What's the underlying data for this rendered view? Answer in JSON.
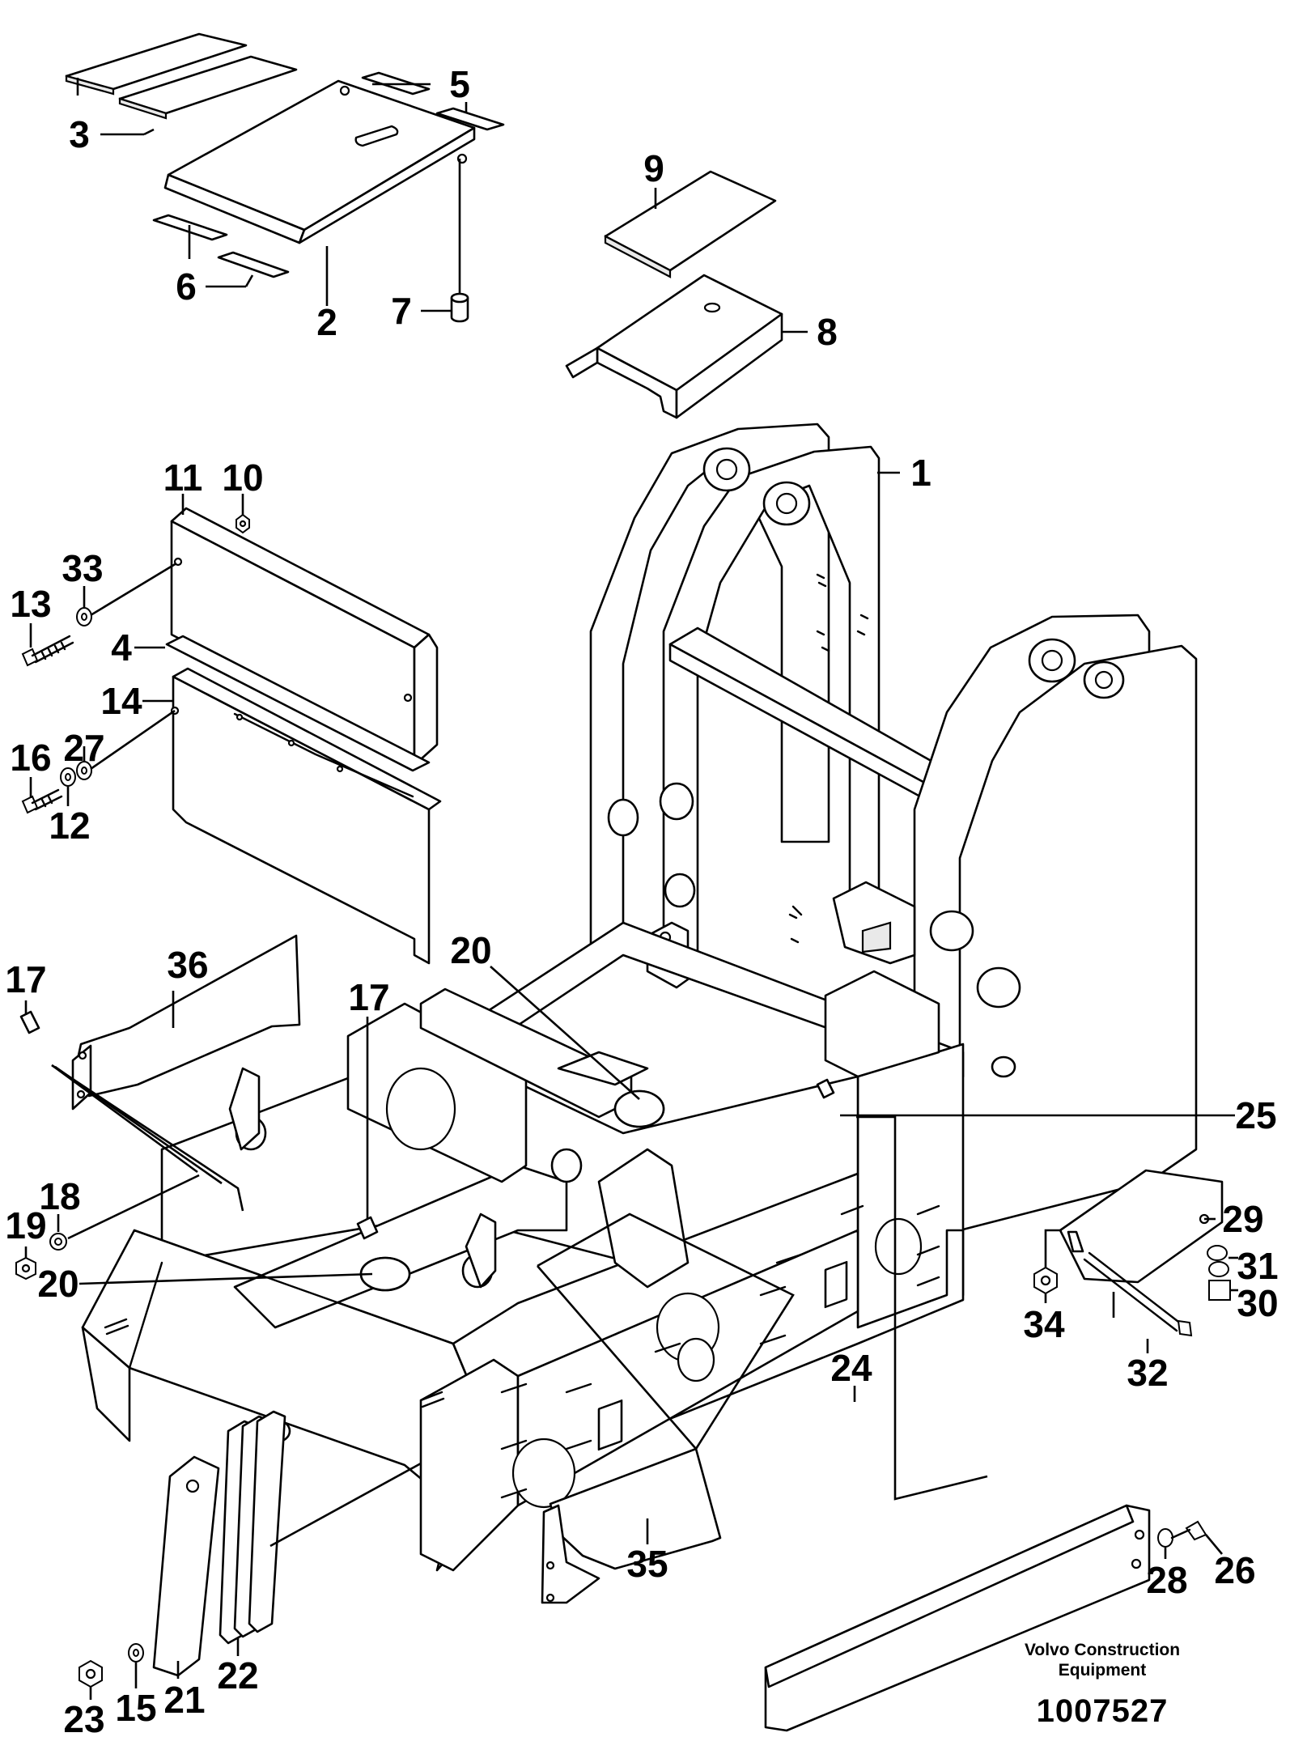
{
  "callouts": [
    {
      "id": "c1",
      "text": "1"
    },
    {
      "id": "c2",
      "text": "2"
    },
    {
      "id": "c3",
      "text": "3"
    },
    {
      "id": "c4",
      "text": "4"
    },
    {
      "id": "c5",
      "text": "5"
    },
    {
      "id": "c6",
      "text": "6"
    },
    {
      "id": "c7",
      "text": "7"
    },
    {
      "id": "c8",
      "text": "8"
    },
    {
      "id": "c9",
      "text": "9"
    },
    {
      "id": "c10",
      "text": "10"
    },
    {
      "id": "c11",
      "text": "11"
    },
    {
      "id": "c12",
      "text": "12"
    },
    {
      "id": "c13",
      "text": "13"
    },
    {
      "id": "c14",
      "text": "14"
    },
    {
      "id": "c15",
      "text": "15"
    },
    {
      "id": "c16",
      "text": "16"
    },
    {
      "id": "c17a",
      "text": "17"
    },
    {
      "id": "c17b",
      "text": "17"
    },
    {
      "id": "c18",
      "text": "18"
    },
    {
      "id": "c19",
      "text": "19"
    },
    {
      "id": "c20a",
      "text": "20"
    },
    {
      "id": "c20b",
      "text": "20"
    },
    {
      "id": "c21",
      "text": "21"
    },
    {
      "id": "c22",
      "text": "22"
    },
    {
      "id": "c23",
      "text": "23"
    },
    {
      "id": "c24",
      "text": "24"
    },
    {
      "id": "c25",
      "text": "25"
    },
    {
      "id": "c26",
      "text": "26"
    },
    {
      "id": "c27",
      "text": "27"
    },
    {
      "id": "c28",
      "text": "28"
    },
    {
      "id": "c29",
      "text": "29"
    },
    {
      "id": "c30",
      "text": "30"
    },
    {
      "id": "c31",
      "text": "31"
    },
    {
      "id": "c32",
      "text": "32"
    },
    {
      "id": "c33",
      "text": "33"
    },
    {
      "id": "c34",
      "text": "34"
    },
    {
      "id": "c35",
      "text": "35"
    },
    {
      "id": "c36",
      "text": "36"
    }
  ],
  "publisher": {
    "line1": "Volvo Construction",
    "line2": "Equipment"
  },
  "drawing_number": "1007527"
}
